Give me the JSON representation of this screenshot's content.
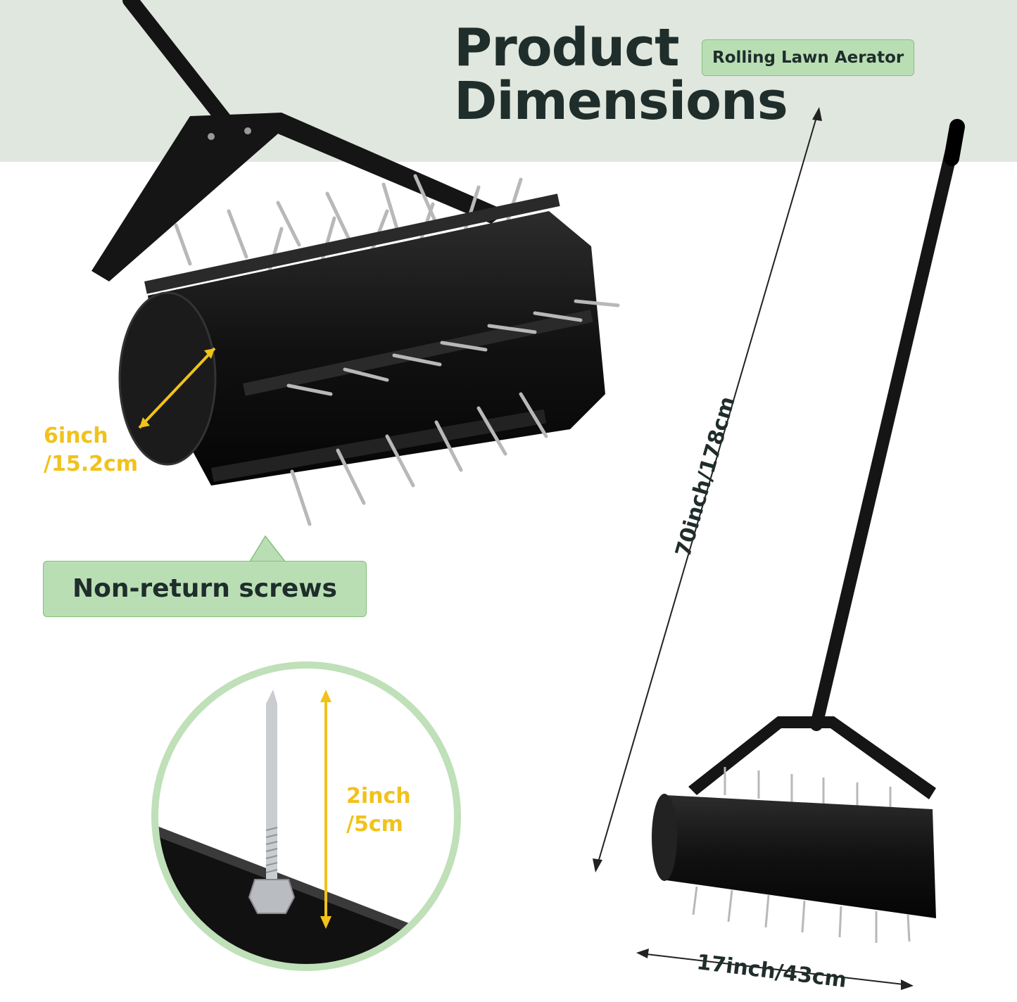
{
  "header": {
    "title_line1": "Product",
    "title_line2": "Dimensions",
    "badge": "Rolling Lawn Aerator"
  },
  "callout": {
    "label": "Non-return screws"
  },
  "dimensions": {
    "drum_diameter_line1": "6inch",
    "drum_diameter_line2": "/15.2cm",
    "spike_length_line1": "2inch",
    "spike_length_line2": "/5cm",
    "overall_height": "70inch/178cm",
    "drum_width": "17inch/43cm"
  },
  "colors": {
    "header_band": "#dfe7de",
    "badge_fill": "#b9deb4",
    "title_text": "#1f2d2b",
    "dimension_yellow": "#f1c21b",
    "product_black": "#151515",
    "circle_ring": "#bfe0b8"
  }
}
